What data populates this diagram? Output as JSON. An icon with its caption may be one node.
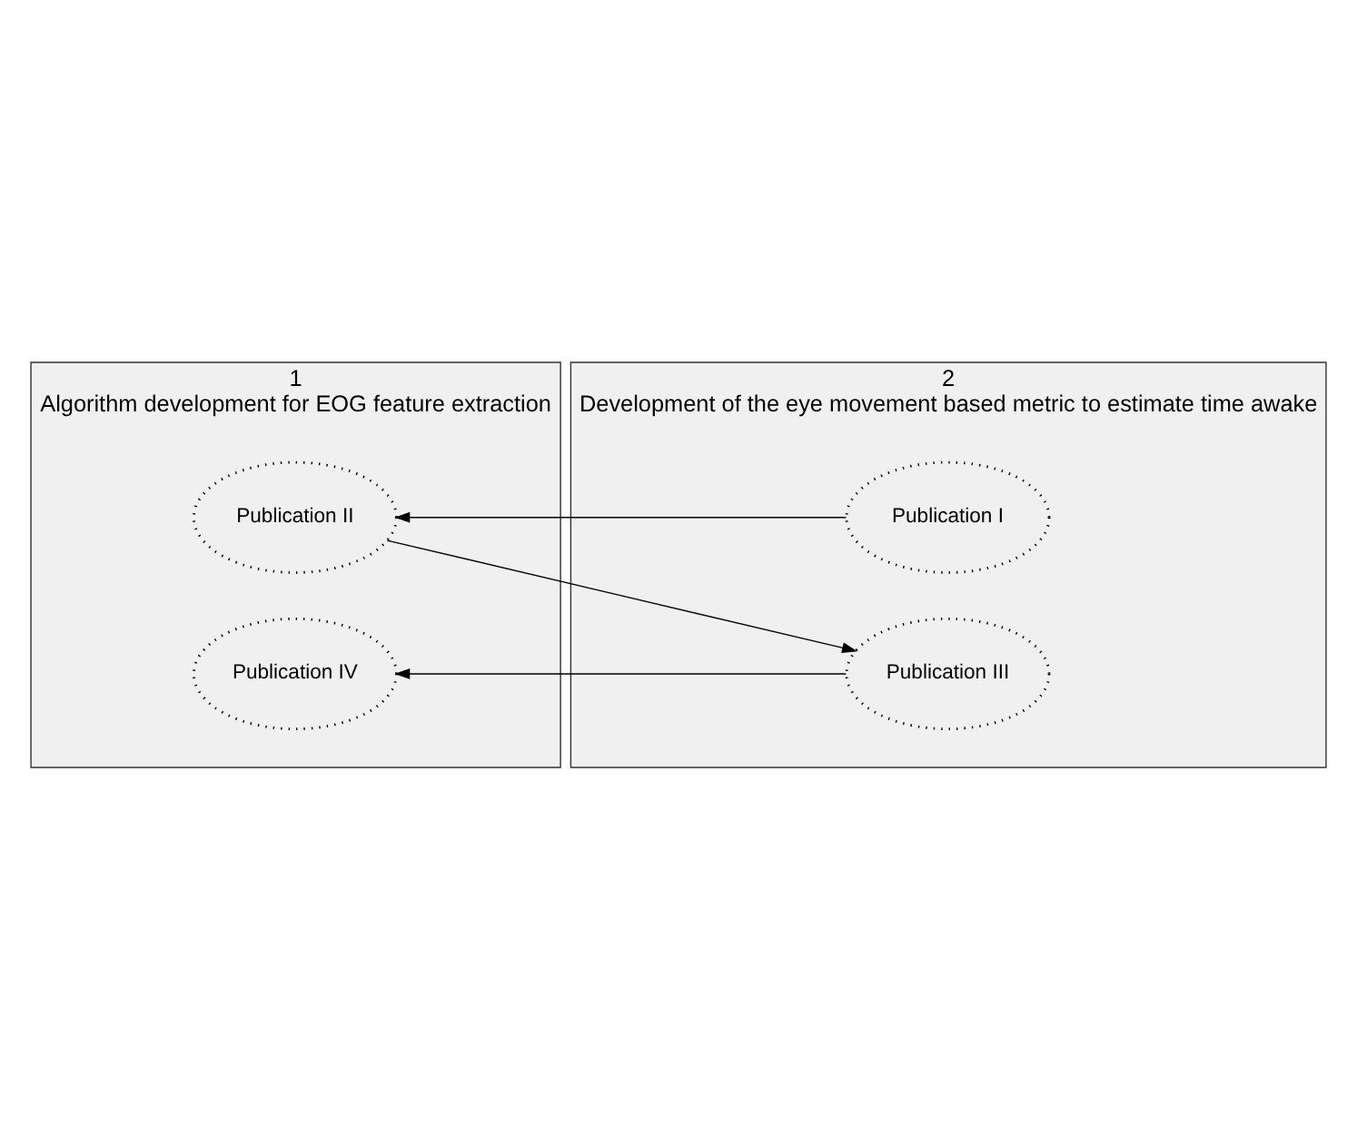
{
  "diagram": {
    "nodes": [
      {
        "text": [
          "1",
          "Algorithm development for EOG feature extraction"
        ]
      },
      {
        "text": [
          "Publication II"
        ],
        "in": 0
      },
      {
        "text": [
          "Publication IV"
        ],
        "in": 0
      },
      {
        "text": [
          "2",
          "Development of the eye movement based metric to estimate time awake"
        ]
      },
      {
        "text": [
          "Publication I"
        ],
        "in": 3
      },
      {
        "text": [
          "Publication III"
        ],
        "in": 3
      }
    ],
    "edges": [
      {
        "from": 4,
        "to": 1,
        "arrow": "to"
      },
      {
        "from": 1,
        "to": 5,
        "arrow": "to"
      },
      {
        "from": 5,
        "to": 2,
        "arrow": "to"
      }
    ]
  }
}
